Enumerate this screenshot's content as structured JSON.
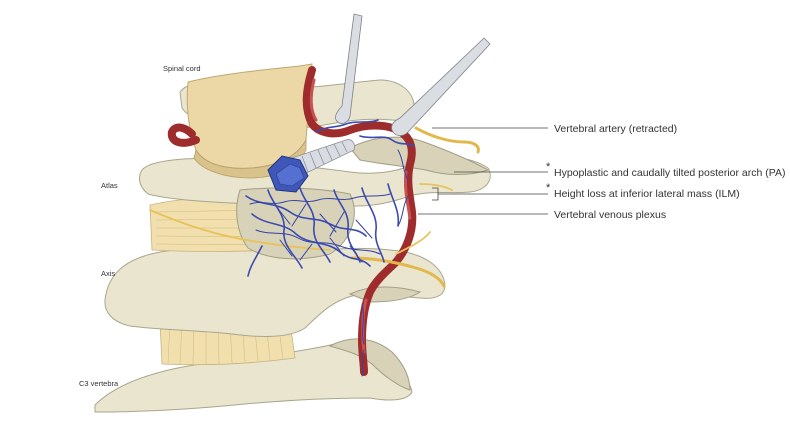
{
  "labels": {
    "spinal_cord": "Spinal cord",
    "atlas": "Atlas",
    "axis": "Axis",
    "c3": "C3 vertebra"
  },
  "callouts": [
    {
      "marker": "",
      "text": "Vertebral artery (retracted)"
    },
    {
      "marker": "*",
      "text": "Hypoplastic and caudally tilted posterior arch (PA)"
    },
    {
      "marker": "*",
      "text": "Height loss at inferior lateral mass (ILM)"
    },
    {
      "marker": "",
      "text": "Vertebral venous plexus"
    }
  ]
}
